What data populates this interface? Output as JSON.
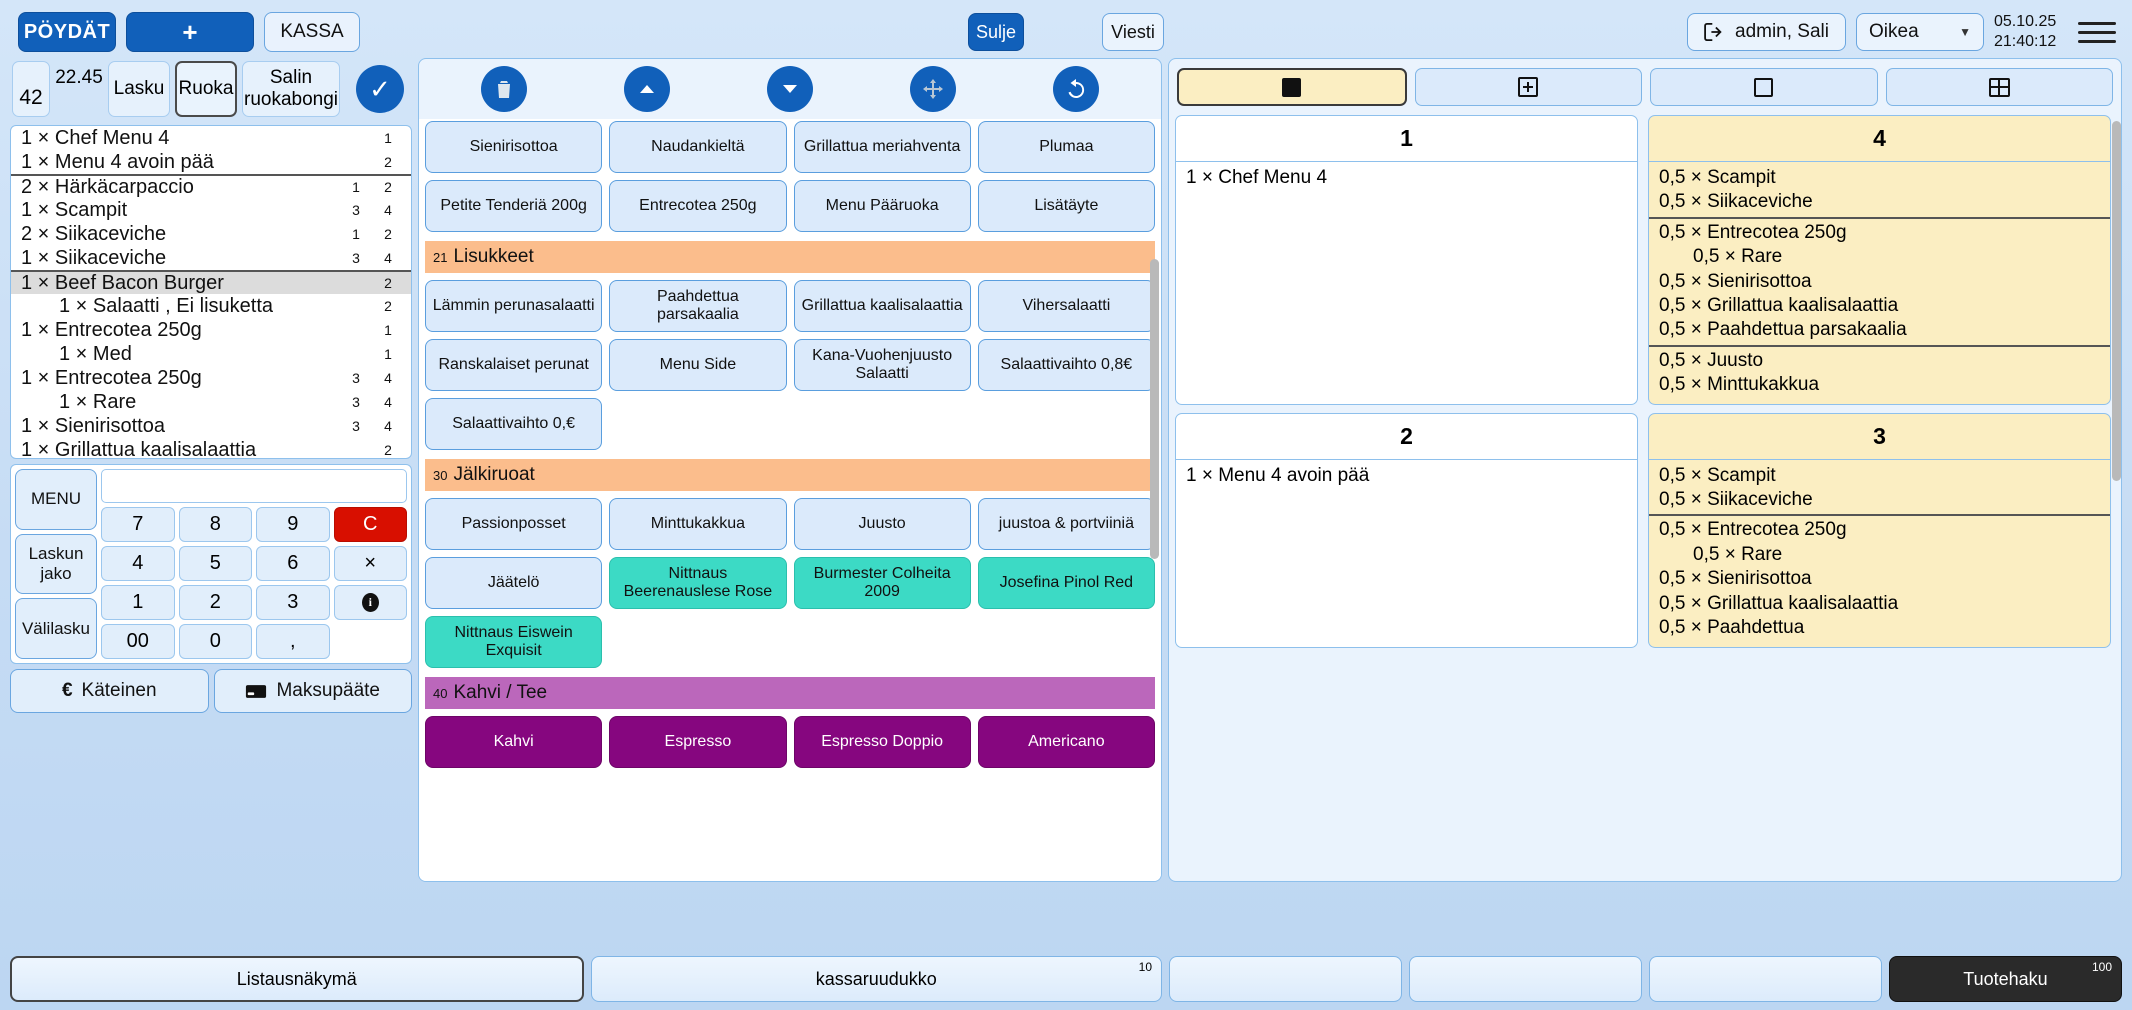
{
  "topbar": {
    "pydat": "PÖYDÄT",
    "plus": "+",
    "kassa": "KASSA",
    "sulje": "Sulje",
    "viesti": "Viesti",
    "admin": "admin, Sali",
    "side_select": "Oikea",
    "date": "05.10.25",
    "time": "21:40:12"
  },
  "table_bar": {
    "number": "42",
    "amount": "22.45",
    "lasku": "Lasku",
    "ruoka": "Ruoka",
    "salin_ruokabongi": "Salin ruokabongi"
  },
  "order_list": [
    {
      "label": "1 × Chef Menu 4",
      "n1": "",
      "n2": "1",
      "divider": false,
      "indent": false,
      "selected": false
    },
    {
      "label": "1 × Menu 4 avoin pää",
      "n1": "",
      "n2": "2",
      "divider": false,
      "indent": false,
      "selected": false
    },
    {
      "label": "2 × Härkäcarpaccio",
      "n1": "1",
      "n2": "2",
      "divider": true,
      "indent": false,
      "selected": false
    },
    {
      "label": "1 × Scampit",
      "n1": "3",
      "n2": "4",
      "divider": false,
      "indent": false,
      "selected": false
    },
    {
      "label": "2 × Siikaceviche",
      "n1": "1",
      "n2": "2",
      "divider": false,
      "indent": false,
      "selected": false
    },
    {
      "label": "1 × Siikaceviche",
      "n1": "3",
      "n2": "4",
      "divider": false,
      "indent": false,
      "selected": false
    },
    {
      "label": "1 × Beef Bacon Burger",
      "n1": "",
      "n2": "2",
      "divider": true,
      "indent": false,
      "selected": true
    },
    {
      "label": "1 × Salaatti , Ei lisuketta",
      "n1": "",
      "n2": "2",
      "divider": false,
      "indent": true,
      "selected": false
    },
    {
      "label": "1 × Entrecotea 250g",
      "n1": "",
      "n2": "1",
      "divider": false,
      "indent": false,
      "selected": false
    },
    {
      "label": "1 × Med",
      "n1": "",
      "n2": "1",
      "divider": false,
      "indent": true,
      "selected": false
    },
    {
      "label": "1 × Entrecotea 250g",
      "n1": "3",
      "n2": "4",
      "divider": false,
      "indent": false,
      "selected": false
    },
    {
      "label": "1 × Rare",
      "n1": "3",
      "n2": "4",
      "divider": false,
      "indent": true,
      "selected": false
    },
    {
      "label": "1 × Sienirisottoa",
      "n1": "3",
      "n2": "4",
      "divider": false,
      "indent": false,
      "selected": false
    },
    {
      "label": "1 × Grillattua kaalisalaattia",
      "n1": "",
      "n2": "2",
      "divider": false,
      "indent": false,
      "selected": false
    }
  ],
  "keypad": {
    "side": [
      "MENU",
      "Laskun jako",
      "Välilasku"
    ],
    "display_value": "",
    "keys": [
      "7",
      "8",
      "9",
      "C",
      "4",
      "5",
      "6",
      "×",
      "1",
      "2",
      "3",
      "info",
      "00",
      "0",
      ",",
      ""
    ],
    "cash": "Käteinen",
    "card": "Maksupääte"
  },
  "mid_toolbar_icons": [
    "trash-icon",
    "chevron-up-icon",
    "chevron-down-icon",
    "move-icon",
    "undo-icon"
  ],
  "product_grid": [
    {
      "type": "item",
      "label": "Sienirisottoa",
      "style": "blue"
    },
    {
      "type": "item",
      "label": "Naudankieltä",
      "style": "blue"
    },
    {
      "type": "item",
      "label": "Grillattua meriahventa",
      "style": "blue"
    },
    {
      "type": "item",
      "label": "Plumaa",
      "style": "blue"
    },
    {
      "type": "item",
      "label": "Petite Tenderiä 200g",
      "style": "blue"
    },
    {
      "type": "item",
      "label": "Entrecotea 250g",
      "style": "blue"
    },
    {
      "type": "item",
      "label": "Menu Pääruoka",
      "style": "blue"
    },
    {
      "type": "item",
      "label": "Lisätäyte",
      "style": "blue"
    },
    {
      "type": "category",
      "id": "21",
      "label": "Lisukkeet",
      "style": "orange"
    },
    {
      "type": "item",
      "label": "Lämmin perunasalaatti",
      "style": "blue"
    },
    {
      "type": "item",
      "label": "Paahdettua parsakaalia",
      "style": "blue"
    },
    {
      "type": "item",
      "label": "Grillattua kaalisalaattia",
      "style": "blue"
    },
    {
      "type": "item",
      "label": "Vihersalaatti",
      "style": "blue"
    },
    {
      "type": "item",
      "label": "Ranskalaiset perunat",
      "style": "blue"
    },
    {
      "type": "item",
      "label": "Menu Side",
      "style": "blue"
    },
    {
      "type": "item",
      "label": "Kana-Vuohenjuusto Salaatti",
      "style": "blue"
    },
    {
      "type": "item",
      "label": "Salaattivaihto 0,8€",
      "style": "blue"
    },
    {
      "type": "item",
      "label": "Salaattivaihto 0,€",
      "style": "blue"
    },
    {
      "type": "spacer",
      "label": ""
    },
    {
      "type": "spacer",
      "label": ""
    },
    {
      "type": "spacer",
      "label": ""
    },
    {
      "type": "category",
      "id": "30",
      "label": "Jälkiruoat",
      "style": "orange"
    },
    {
      "type": "item",
      "label": "Passionposset",
      "style": "blue"
    },
    {
      "type": "item",
      "label": "Minttukakkua",
      "style": "blue"
    },
    {
      "type": "item",
      "label": "Juusto",
      "style": "blue"
    },
    {
      "type": "item",
      "label": "juustoa & portviiniä",
      "style": "blue"
    },
    {
      "type": "item",
      "label": "Jäätelö",
      "style": "blue"
    },
    {
      "type": "item",
      "label": "Nittnaus Beerenauslese Rose",
      "style": "teal"
    },
    {
      "type": "item",
      "label": "Burmester Colheita 2009",
      "style": "teal"
    },
    {
      "type": "item",
      "label": "Josefina Pinol Red",
      "style": "teal"
    },
    {
      "type": "item",
      "label": "Nittnaus Eiswein Exquisit",
      "style": "teal"
    },
    {
      "type": "spacer",
      "label": ""
    },
    {
      "type": "spacer",
      "label": ""
    },
    {
      "type": "spacer",
      "label": ""
    },
    {
      "type": "category",
      "id": "40",
      "label": "Kahvi / Tee",
      "style": "purple"
    },
    {
      "type": "item",
      "label": "Kahvi",
      "style": "purple"
    },
    {
      "type": "item",
      "label": "Espresso",
      "style": "purple"
    },
    {
      "type": "item",
      "label": "Espresso Doppio",
      "style": "purple"
    },
    {
      "type": "item",
      "label": "Americano",
      "style": "purple"
    }
  ],
  "seat_toolbar_icons": [
    "filled-square-icon",
    "square-plus-icon",
    "empty-square-icon",
    "grid-four-icon"
  ],
  "seats": [
    {
      "number": "1",
      "tinted": false,
      "rows": [
        {
          "label": "1 × Chef Menu 4",
          "indent": false,
          "divider": false
        }
      ]
    },
    {
      "number": "4",
      "tinted": true,
      "rows": [
        {
          "label": "0,5 × Scampit",
          "indent": false,
          "divider": false
        },
        {
          "label": "0,5 × Siikaceviche",
          "indent": false,
          "divider": false
        },
        {
          "label": "0,5 × Entrecotea 250g",
          "indent": false,
          "divider": true
        },
        {
          "label": "0,5 × Rare",
          "indent": true,
          "divider": false
        },
        {
          "label": "0,5 × Sienirisottoa",
          "indent": false,
          "divider": false
        },
        {
          "label": "0,5 × Grillattua kaalisalaattia",
          "indent": false,
          "divider": false
        },
        {
          "label": "0,5 × Paahdettua parsakaalia",
          "indent": false,
          "divider": false
        },
        {
          "label": "0,5 × Juusto",
          "indent": false,
          "divider": true
        },
        {
          "label": "0,5 × Minttukakkua",
          "indent": false,
          "divider": false
        }
      ]
    },
    {
      "number": "2",
      "tinted": false,
      "rows": [
        {
          "label": "1 × Menu 4 avoin pää",
          "indent": false,
          "divider": false
        }
      ]
    },
    {
      "number": "3",
      "tinted": true,
      "rows": [
        {
          "label": "0,5 × Scampit",
          "indent": false,
          "divider": false
        },
        {
          "label": "0,5 × Siikaceviche",
          "indent": false,
          "divider": false
        },
        {
          "label": "0,5 × Entrecotea 250g",
          "indent": false,
          "divider": true
        },
        {
          "label": "0,5 × Rare",
          "indent": true,
          "divider": false
        },
        {
          "label": "0,5 × Sienirisottoa",
          "indent": false,
          "divider": false
        },
        {
          "label": "0,5 × Grillattua kaalisalaattia",
          "indent": false,
          "divider": false
        },
        {
          "label": "0,5 × Paahdettua",
          "indent": false,
          "divider": false
        }
      ]
    }
  ],
  "bottombar": [
    {
      "label": "Listausnäkymä",
      "badge": "",
      "selected": true,
      "dark": false
    },
    {
      "label": "kassaruudukko",
      "badge": "10",
      "selected": false,
      "dark": false
    },
    {
      "label": "",
      "badge": "",
      "selected": false,
      "dark": false
    },
    {
      "label": "",
      "badge": "",
      "selected": false,
      "dark": false
    },
    {
      "label": "",
      "badge": "",
      "selected": false,
      "dark": false
    },
    {
      "label": "Tuotehaku",
      "badge": "100",
      "selected": false,
      "dark": true
    }
  ],
  "colors": {
    "primary_blue": "#1160ba",
    "product_blue": "#dbeafb",
    "category_orange": "#fbbd8c",
    "category_purple": "#bb67bb",
    "wine_teal": "#3cdac5",
    "coffee_purple": "#86067f",
    "clear_red": "#d80f00",
    "seat_tint": "#fbeec2"
  }
}
